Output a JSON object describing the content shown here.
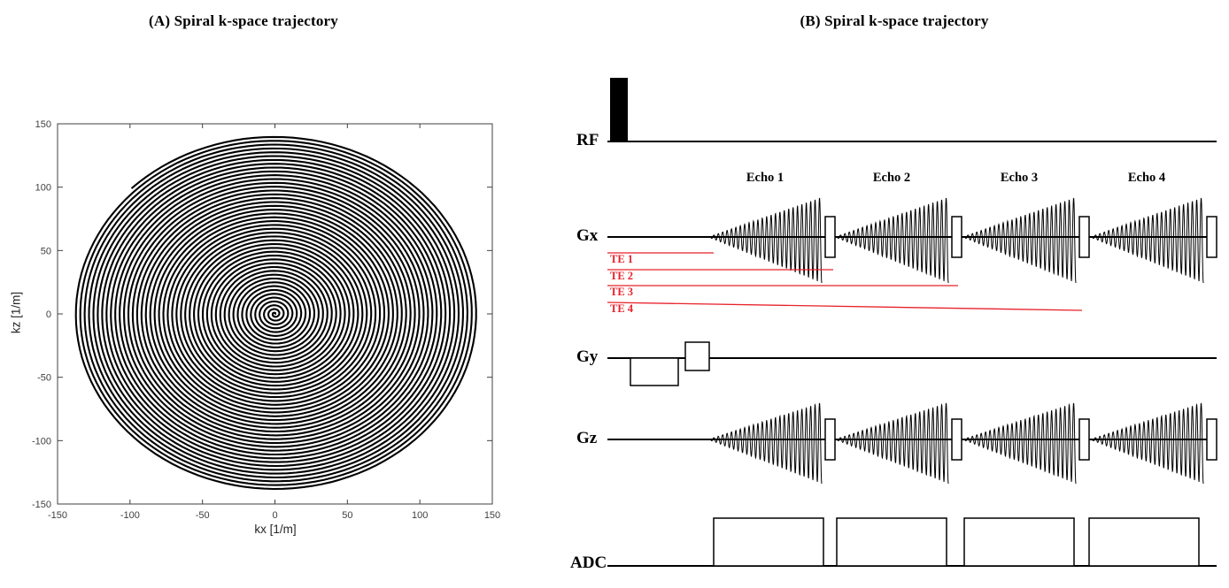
{
  "panel_a": {
    "title": "(A) Spiral k-space trajectory",
    "xlabel": "kx [1/m]",
    "ylabel": "kz [1/m]"
  },
  "panel_b": {
    "title": "(B) Spiral k-space trajectory",
    "rows": [
      {
        "label": "RF"
      },
      {
        "label": "Gx"
      },
      {
        "label": "Gy"
      },
      {
        "label": "Gz"
      },
      {
        "label": "ADC"
      }
    ],
    "echo_labels": [
      "Echo 1",
      "Echo 2",
      "Echo 3",
      "Echo 4"
    ],
    "te_labels": [
      "TE 1",
      "TE 2",
      "TE 3",
      "TE 4"
    ]
  },
  "colors": {
    "background": "#ffffff",
    "trace": "#000000",
    "te_line": "#e8222a",
    "axis": "#404040",
    "tick_label": "#3f3f3f"
  },
  "chart_data": [
    {
      "type": "line",
      "subtype": "k-space spiral trajectory plot",
      "title": "(A) Spiral k-space trajectory",
      "xlabel": "kx [1/m]",
      "ylabel": "kz [1/m]",
      "xlim": [
        -150,
        150
      ],
      "ylim": [
        -150,
        150
      ],
      "x_ticks": [
        -150,
        -100,
        -50,
        0,
        50,
        100,
        150
      ],
      "y_ticks": [
        -150,
        -100,
        -50,
        0,
        50,
        100,
        150
      ],
      "grid": false,
      "legend": "none",
      "series": [
        {
          "name": "spiral k-space trajectory",
          "shape": "archimedean spiral",
          "center": [
            0,
            0
          ],
          "max_radius": 140,
          "turns": 46,
          "color": "#000000"
        }
      ]
    },
    {
      "type": "line",
      "subtype": "MRI pulse-sequence timing diagram",
      "title": "(B) Spiral k-space trajectory",
      "channels": [
        {
          "name": "RF",
          "events": [
            "solid black rectangular excitation pulse at sequence start"
          ]
        },
        {
          "name": "Gx",
          "events": [
            "four spiral readout gradient bursts (oscillation with linearly growing envelope), one per echo",
            "small rectangular rephaser pulse after each burst"
          ]
        },
        {
          "name": "Gy",
          "events": [
            "negative rectangular prephasing lobe",
            "small positive rectangular lobe"
          ]
        },
        {
          "name": "Gz",
          "events": [
            "four spiral readout gradient bursts matching Gx timing",
            "small rectangular rephaser pulse after each burst"
          ]
        },
        {
          "name": "ADC",
          "events": [
            "four rectangular acquisition windows aligned with the four gradient bursts"
          ]
        }
      ],
      "echo_labels": [
        "Echo 1",
        "Echo 2",
        "Echo 3",
        "Echo 4"
      ],
      "te_markers": [
        {
          "label": "TE 1",
          "line_ends_at": "start of Echo 1 readout"
        },
        {
          "label": "TE 2",
          "line_ends_at": "start of Echo 2 readout"
        },
        {
          "label": "TE 3",
          "line_ends_at": "start of Echo 3 readout"
        },
        {
          "label": "TE 4",
          "line_ends_at": "start of Echo 4 readout"
        }
      ]
    }
  ]
}
